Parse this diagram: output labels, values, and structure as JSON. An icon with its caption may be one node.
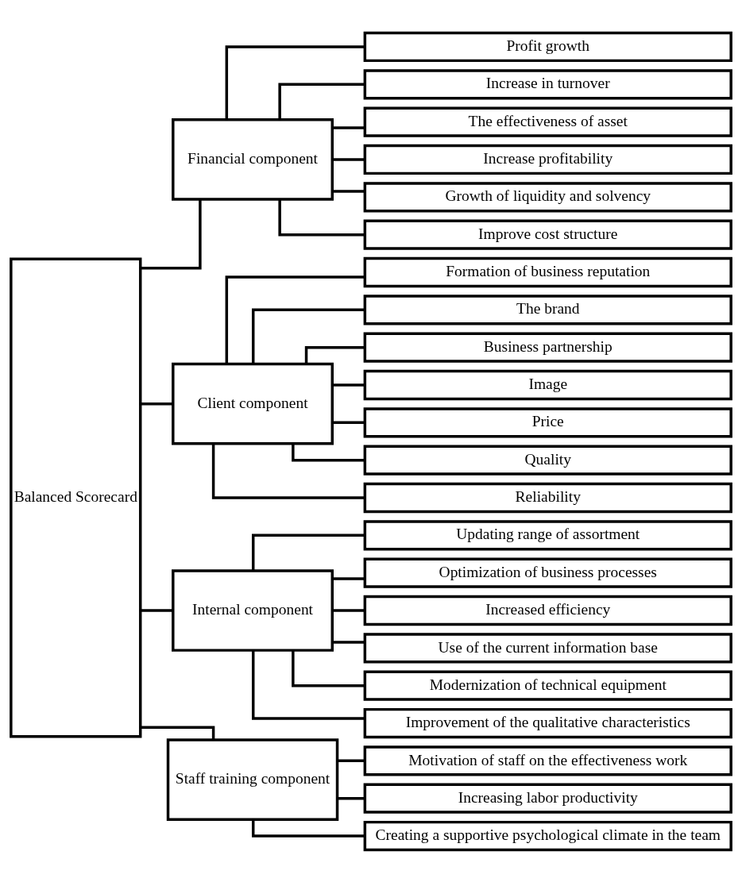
{
  "diagram": {
    "nodes": [
      {
        "text": [
          "Balanced Scorecard"
        ]
      },
      {
        "text": [
          "Financial component"
        ]
      },
      {
        "text": [
          "Profit growth"
        ]
      },
      {
        "text": [
          "Increase in turnover"
        ]
      },
      {
        "text": [
          "The effectiveness of asset"
        ]
      },
      {
        "text": [
          "Increase profitability"
        ]
      },
      {
        "text": [
          "Growth of liquidity and solvency"
        ]
      },
      {
        "text": [
          "Improve cost structure"
        ]
      },
      {
        "text": [
          "Client component"
        ]
      },
      {
        "text": [
          "Formation of business reputation"
        ]
      },
      {
        "text": [
          "The brand"
        ]
      },
      {
        "text": [
          "Business partnership"
        ]
      },
      {
        "text": [
          "Image"
        ]
      },
      {
        "text": [
          "Price"
        ]
      },
      {
        "text": [
          "Quality"
        ]
      },
      {
        "text": [
          "Reliability"
        ]
      },
      {
        "text": [
          "Internal component"
        ]
      },
      {
        "text": [
          "Updating range of assortment"
        ]
      },
      {
        "text": [
          "Optimization of business processes"
        ]
      },
      {
        "text": [
          "Increased efficiency"
        ]
      },
      {
        "text": [
          "Use of the current information base"
        ]
      },
      {
        "text": [
          "Modernization of technical equipment"
        ]
      },
      {
        "text": [
          "Improvement of the qualitative characteristics"
        ]
      },
      {
        "text": [
          "Staff training component"
        ]
      },
      {
        "text": [
          "Motivation of staff on the effectiveness work"
        ]
      },
      {
        "text": [
          "Increasing labor productivity"
        ]
      },
      {
        "text": [
          "Creating a supportive psychological climate in the team"
        ]
      }
    ],
    "edges": [
      {
        "from": 0,
        "to": 1,
        "arrow": "none"
      },
      {
        "from": 0,
        "to": 8,
        "arrow": "none"
      },
      {
        "from": 0,
        "to": 16,
        "arrow": "none"
      },
      {
        "from": 0,
        "to": 23,
        "arrow": "none"
      },
      {
        "from": 1,
        "to": 2,
        "arrow": "none"
      },
      {
        "from": 1,
        "to": 3,
        "arrow": "none"
      },
      {
        "from": 1,
        "to": 4,
        "arrow": "none"
      },
      {
        "from": 1,
        "to": 5,
        "arrow": "none"
      },
      {
        "from": 1,
        "to": 6,
        "arrow": "none"
      },
      {
        "from": 1,
        "to": 7,
        "arrow": "none"
      },
      {
        "from": 8,
        "to": 9,
        "arrow": "none"
      },
      {
        "from": 8,
        "to": 10,
        "arrow": "none"
      },
      {
        "from": 8,
        "to": 11,
        "arrow": "none"
      },
      {
        "from": 8,
        "to": 12,
        "arrow": "none"
      },
      {
        "from": 8,
        "to": 13,
        "arrow": "none"
      },
      {
        "from": 8,
        "to": 14,
        "arrow": "none"
      },
      {
        "from": 8,
        "to": 15,
        "arrow": "none"
      },
      {
        "from": 16,
        "to": 17,
        "arrow": "none"
      },
      {
        "from": 16,
        "to": 18,
        "arrow": "none"
      },
      {
        "from": 16,
        "to": 19,
        "arrow": "none"
      },
      {
        "from": 16,
        "to": 20,
        "arrow": "none"
      },
      {
        "from": 16,
        "to": 21,
        "arrow": "none"
      },
      {
        "from": 16,
        "to": 22,
        "arrow": "none"
      },
      {
        "from": 23,
        "to": 24,
        "arrow": "none"
      },
      {
        "from": 23,
        "to": 25,
        "arrow": "none"
      },
      {
        "from": 23,
        "to": 26,
        "arrow": "none"
      }
    ]
  }
}
